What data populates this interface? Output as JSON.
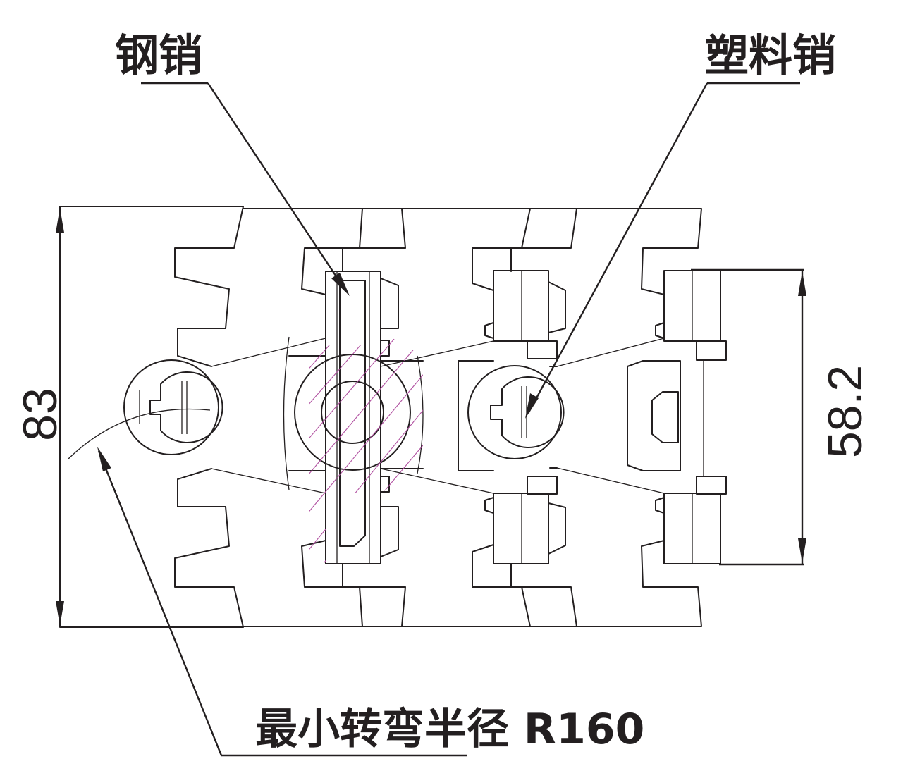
{
  "labels": {
    "steel_pin": "钢销",
    "plastic_pin": "塑料销",
    "min_radius": "最小转弯半径 R160"
  },
  "dimensions": {
    "overall_height": "83",
    "inner_height": "58.2"
  },
  "colors": {
    "ink": "#231f20",
    "hatch": "#b04fa0"
  }
}
